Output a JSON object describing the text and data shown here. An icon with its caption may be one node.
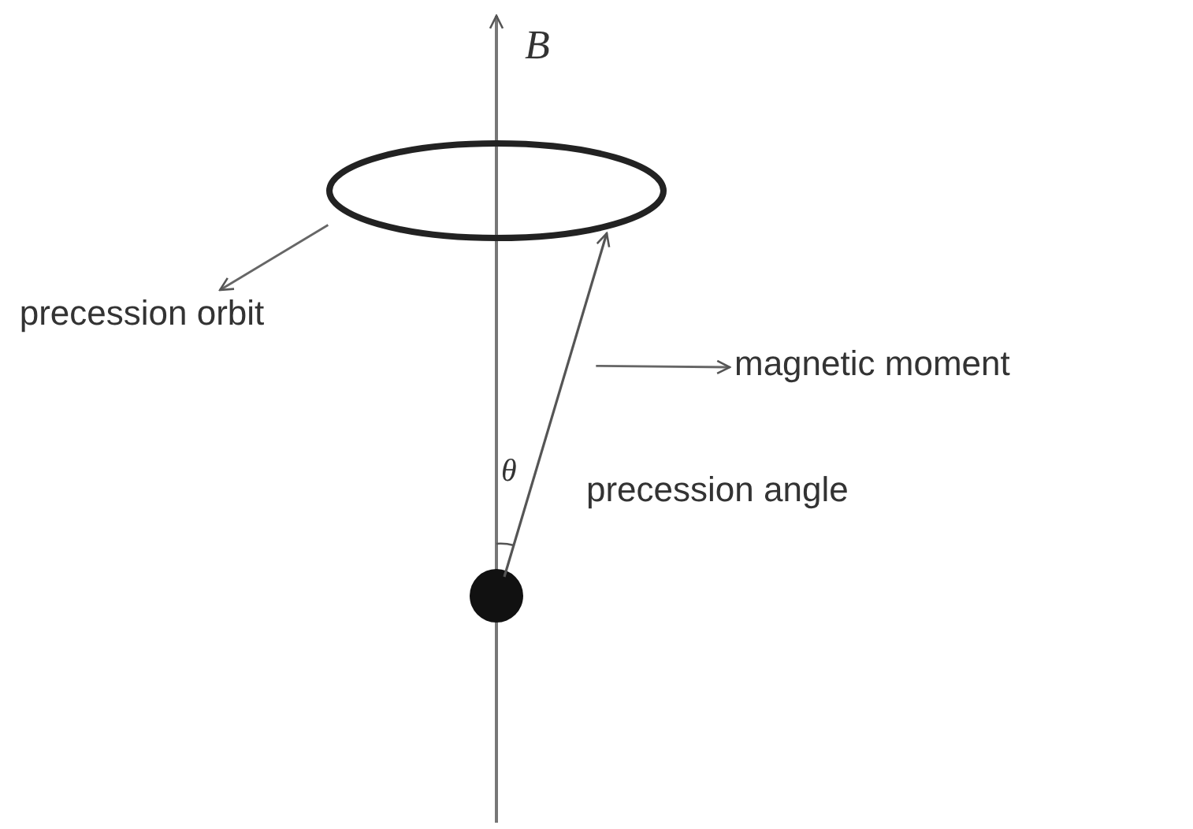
{
  "diagram": {
    "nodes": [
      {
        "text": [
          "precession orbit"
        ]
      },
      {
        "text": [],
        "shape": "ellipse"
      },
      {
        "text": [
          "magnetic moment"
        ]
      },
      {
        "text": [],
        "shape": "arrow"
      }
    ],
    "edges": [
      {
        "from": 1,
        "to": 0,
        "arrow": "to"
      },
      {
        "from": 3,
        "to": 2,
        "arrow": "to"
      }
    ],
    "labels": [
      "B",
      "θ",
      "precession angle"
    ]
  }
}
